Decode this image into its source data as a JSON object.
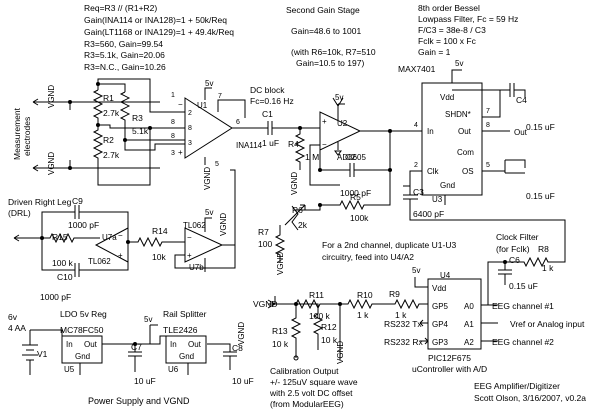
{
  "notes": {
    "gain": [
      "Req=R3 // (R1+R2)",
      "Gain(INA114 or INA128)=1 + 50k/Req",
      "Gain(LT1168 or INA129)=1 + 49.4k/Req",
      "R3=560, Gain=99.54",
      "R3=5.1k, Gain=20.06",
      "R3=N.C., Gain=10.26"
    ],
    "stage2_title": "Second Gain Stage",
    "stage2": [
      "Gain=48.6 to 1001",
      "(with R6=10k, R7=510",
      "Gain=10.5 to 197)"
    ],
    "filter_title": "8th order Bessel",
    "filter": [
      "Lowpass Filter, Fc = 59 Hz",
      "F/C3 = 38e-8 / C3",
      "Fclk = 100 x Fc",
      "Gain = 1"
    ],
    "dc_block": [
      "DC block",
      "Fc=0.16 Hz"
    ],
    "clock_filter": [
      "Clock Filter",
      "(for Fclk)"
    ],
    "second_channel": [
      "For a 2nd channel, duplicate U1-U3",
      "circuitry, feed into U4/A2"
    ],
    "calibration": [
      "Calibration Output",
      "+/- 125uV square wave",
      "with 2.5 volt DC offset",
      "(from ModularEEG)"
    ],
    "drl": [
      "Driven Right Leg",
      "(DRL)"
    ],
    "power": "Power Supply and VGND",
    "measurement": [
      "Measurement",
      "electrodes"
    ],
    "title_block": [
      "EEG Amplifier/Digitizer",
      "Scott Olson, 3/16/2007, v0.2a"
    ]
  },
  "labels": {
    "vgnd": "VGND",
    "v5": "5v",
    "v6": "6v",
    "aa": "4 AA",
    "gnd": "Gnd",
    "in": "In",
    "out": "Out",
    "r1": "R1",
    "r1v": "2.7k",
    "r2": "R2",
    "r2v": "2.7k",
    "r3": "R3",
    "r3v": "5.1k",
    "u1": "U1",
    "ina": "INA114",
    "c1": "C1",
    "c1v": "1 uF",
    "r4": "R4",
    "r4v": "1 M",
    "u2": "U2",
    "ad": "AD8605",
    "c2": "C2",
    "c2v": "1000 pF",
    "r5": "R5",
    "r5v": "100k",
    "r6": "R6",
    "r6v": "2k",
    "r7": "R7",
    "r7v": "100",
    "max": "MAX7401",
    "vdd": "Vdd",
    "shdn": "SHDN*",
    "com": "Com",
    "os": "OS",
    "clk": "Clk",
    "u3": "U3",
    "c3": "C3",
    "c3v": "6400 pF",
    "c4": "C4",
    "c4v": "0.15 uF",
    "c5v": "0.15 uF",
    "c6": "C6",
    "c6v": "0.15 uF",
    "r8": "R8",
    "r8v": "1 k",
    "c9": "C9",
    "c9v": "1000 pF",
    "c10": "C10",
    "c10v": "1000 pF",
    "r15": "R15",
    "r15v": "100 k",
    "r14": "R14",
    "r14v": "10k",
    "u7a": "U7a",
    "tl1": "TL062",
    "tl2": "TL062",
    "u7b": "U7b",
    "u4": "U4",
    "gp5": "GP5",
    "gp4": "GP4",
    "gp3": "GP3",
    "a0": "A0",
    "a1": "A1",
    "a2": "A2",
    "pic": "PIC12F675",
    "pic_sub": "uController with A/D",
    "eeg1": "EEG channel #1",
    "vref": "Vref or Analog input",
    "eeg2": "EEG channel #2",
    "rs_tx": "RS232 Tx",
    "rs_rx": "RS232 Rx",
    "r11": "R11",
    "r11v": "100 k",
    "r10": "R10",
    "r10v": "1 k",
    "r9": "R9",
    "r9v": "1 k",
    "r13": "R13",
    "r13v": "10 k",
    "r12": "R12",
    "r12v": "10 k",
    "ldo": "LDO 5v Reg",
    "mc": "MC78FC50",
    "split": "Rail Splitter",
    "tle": "TLE2426",
    "v1": "V1",
    "u5": "U5",
    "u6": "U6",
    "c7": "C7",
    "c7v": "10 uF",
    "c8": "C8",
    "c8v": "10 uF",
    "pin1": "1",
    "pin2": "2",
    "pin3": "3",
    "pin4": "4",
    "pin5": "5",
    "pin6": "6",
    "pin7": "7",
    "pin8": "8"
  }
}
